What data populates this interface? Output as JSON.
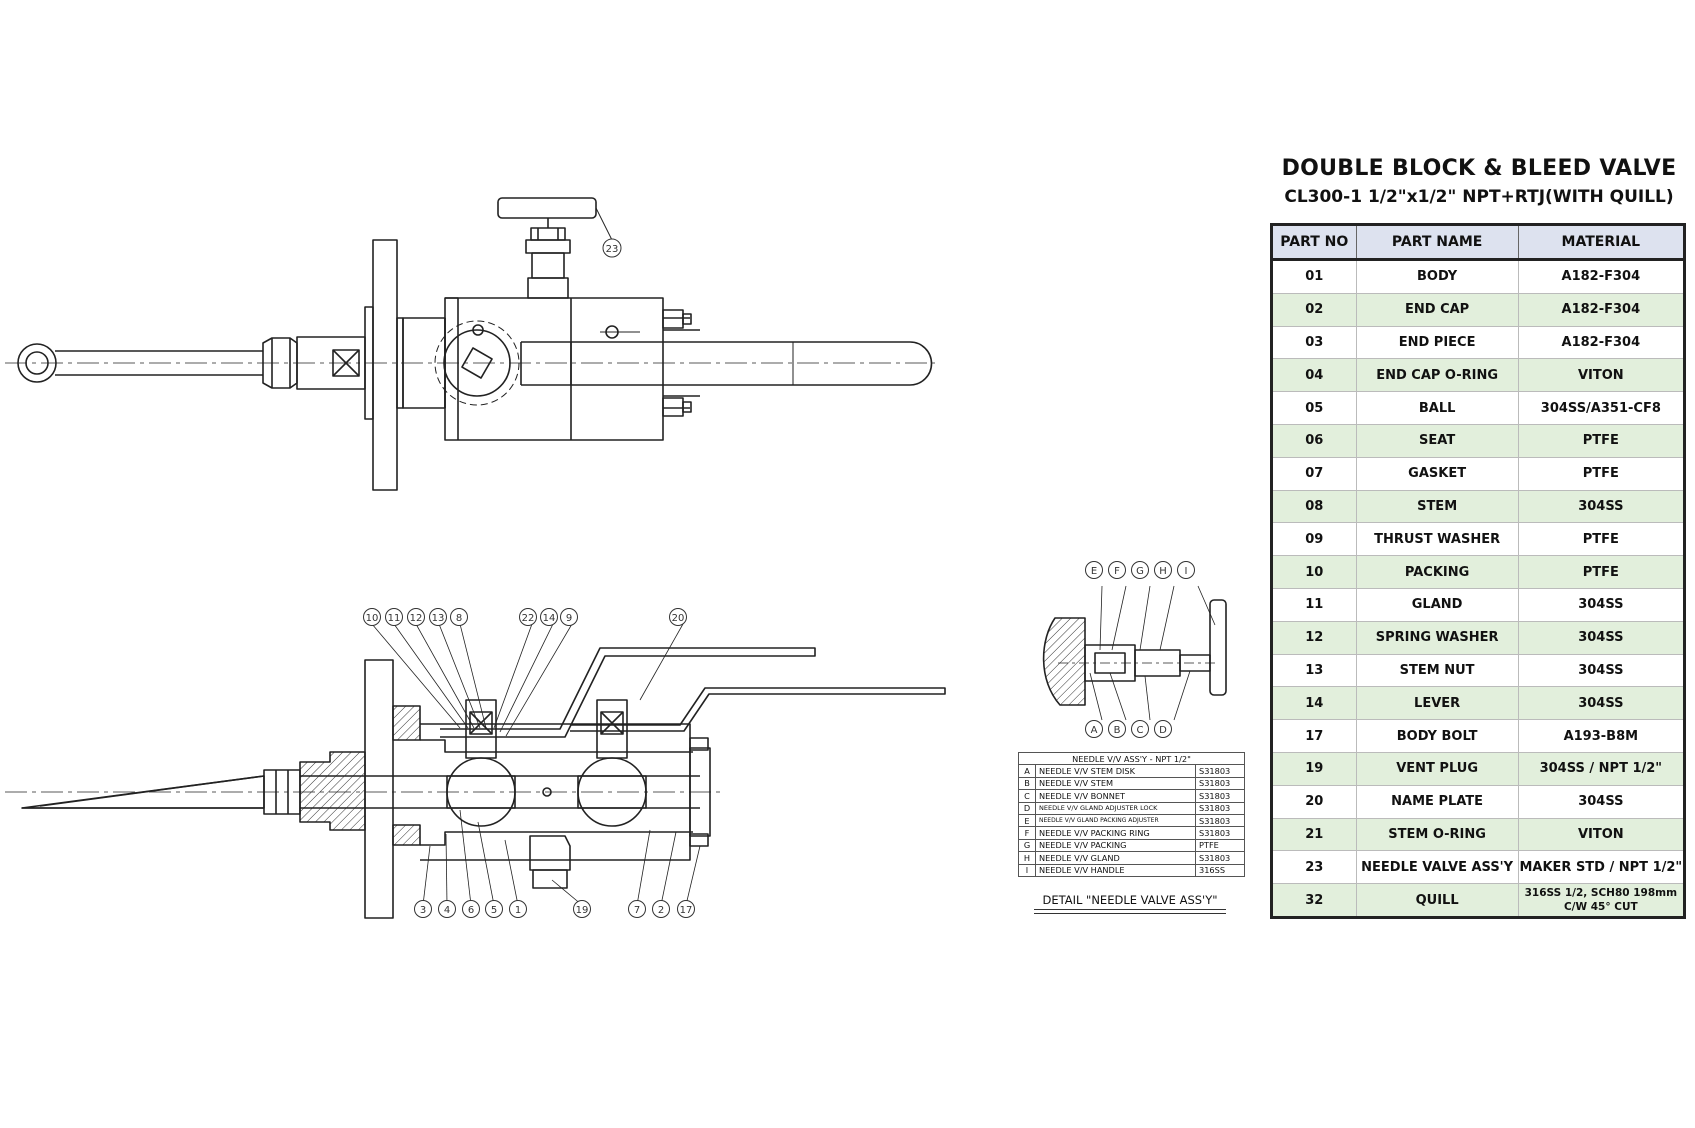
{
  "title": {
    "main": "DOUBLE BLOCK & BLEED VALVE",
    "sub": "CL300-1 1/2\"x1/2\" NPT+RTJ(WITH QUILL)"
  },
  "bom": {
    "headers": [
      "PART NO",
      "PART NAME",
      "MATERIAL"
    ],
    "rows": [
      {
        "no": "01",
        "name": "BODY",
        "material": "A182-F304"
      },
      {
        "no": "02",
        "name": "END CAP",
        "material": "A182-F304"
      },
      {
        "no": "03",
        "name": "END PIECE",
        "material": "A182-F304"
      },
      {
        "no": "04",
        "name": "END CAP O-RING",
        "material": "VITON"
      },
      {
        "no": "05",
        "name": "BALL",
        "material": "304SS/A351-CF8"
      },
      {
        "no": "06",
        "name": "SEAT",
        "material": "PTFE"
      },
      {
        "no": "07",
        "name": "GASKET",
        "material": "PTFE"
      },
      {
        "no": "08",
        "name": "STEM",
        "material": "304SS"
      },
      {
        "no": "09",
        "name": "THRUST WASHER",
        "material": "PTFE"
      },
      {
        "no": "10",
        "name": "PACKING",
        "material": "PTFE"
      },
      {
        "no": "11",
        "name": "GLAND",
        "material": "304SS"
      },
      {
        "no": "12",
        "name": "SPRING WASHER",
        "material": "304SS"
      },
      {
        "no": "13",
        "name": "STEM NUT",
        "material": "304SS"
      },
      {
        "no": "14",
        "name": "LEVER",
        "material": "304SS"
      },
      {
        "no": "17",
        "name": "BODY BOLT",
        "material": "A193-B8M"
      },
      {
        "no": "19",
        "name": "VENT  PLUG",
        "material": "304SS / NPT 1/2\""
      },
      {
        "no": "20",
        "name": "NAME PLATE",
        "material": "304SS"
      },
      {
        "no": "21",
        "name": "STEM O-RING",
        "material": "VITON"
      },
      {
        "no": "23",
        "name": "NEEDLE VALVE ASS'Y",
        "material": "MAKER STD / NPT 1/2\""
      },
      {
        "no": "32",
        "name": "QUILL",
        "material": "316SS 1/2, SCH80 198mm\nC/W 45° CUT"
      }
    ]
  },
  "needle_detail": {
    "table_title": "NEEDLE V/V ASS'Y - NPT 1/2\"",
    "rows": [
      {
        "key": "A",
        "name": "NEEDLE V/V STEM DISK",
        "material": "S31803"
      },
      {
        "key": "B",
        "name": "NEEDLE V/V STEM",
        "material": "S31803"
      },
      {
        "key": "C",
        "name": "NEEDLE V/V BONNET",
        "material": "S31803"
      },
      {
        "key": "D",
        "name": "NEEDLE V/V GLAND ADJUSTER LOCK",
        "material": "S31803"
      },
      {
        "key": "E",
        "name": "NEEDLE V/V GLAND PACKING ADJUSTER",
        "material": "S31803"
      },
      {
        "key": "F",
        "name": "NEEDLE V/V PACKING RING",
        "material": "S31803"
      },
      {
        "key": "G",
        "name": "NEEDLE V/V PACKING",
        "material": "PTFE"
      },
      {
        "key": "H",
        "name": "NEEDLE V/V GLAND",
        "material": "S31803"
      },
      {
        "key": "I",
        "name": "NEEDLE V/V HANDLE",
        "material": "316SS"
      }
    ],
    "caption": "DETAIL \"NEEDLE VALVE ASS'Y\"",
    "balloons_top": [
      "E",
      "F",
      "G",
      "H",
      "I"
    ],
    "balloons_bottom": [
      "A",
      "B",
      "C",
      "D"
    ]
  },
  "balloons": {
    "top_view": [
      "23"
    ],
    "section_top": [
      "10",
      "11",
      "12",
      "13",
      "8",
      "22",
      "14",
      "9",
      "20"
    ],
    "section_bottom": [
      "3",
      "4",
      "6",
      "5",
      "1",
      "19",
      "7",
      "2",
      "17"
    ]
  }
}
